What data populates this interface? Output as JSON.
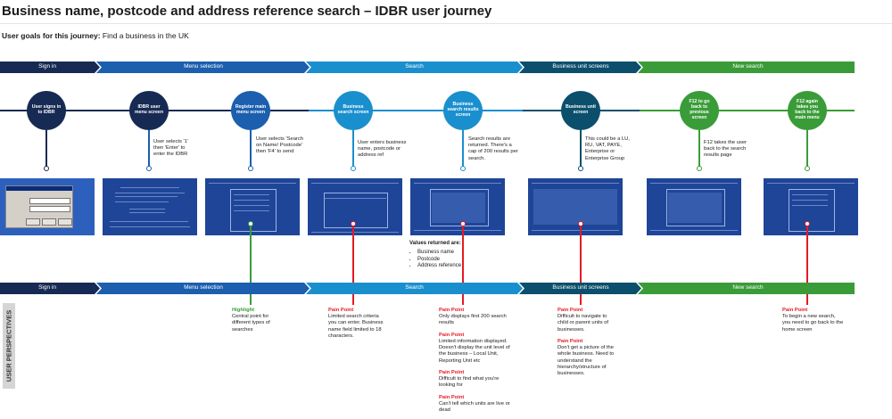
{
  "title": "Business name, postcode and address reference search – IDBR user journey",
  "goals": {
    "label": "User goals for this journey:",
    "value": "Find a business in the UK"
  },
  "colors": {
    "navy": "#172a54",
    "blue": "#1b5fae",
    "light_blue": "#1a8fce",
    "teal": "#0b4f6c",
    "green": "#3a9c38",
    "red": "#e41b23"
  },
  "phases": [
    "Sign in",
    "Menu selection",
    "Search",
    "Business unit screens",
    "New search"
  ],
  "steps": [
    {
      "circle": "User signs in to IDBR",
      "desc": ""
    },
    {
      "circle": "IDBR user menu screen",
      "desc": "User selects '1' then 'Enter' to enter the IDBR"
    },
    {
      "circle": "Register main menu screen",
      "desc": "User selects 'Search on Name/ Postcode' then 'F4' to send"
    },
    {
      "circle": "Business search screen",
      "desc": "User enters business name, postcode or address ref"
    },
    {
      "circle": "Business search results screen",
      "desc": "Search results are returned. There's a cap of 200 results per search."
    },
    {
      "circle": "Business unit screen",
      "desc": "This could be a LU, RU, VAT, PAYE, Enterprise or Enterprise Group"
    },
    {
      "circle": "F12 to go back to previous screen",
      "desc": "F12 takes the user back to the search results page"
    },
    {
      "circle": "F12 again takes you back to the main menu",
      "desc": ""
    }
  ],
  "values_returned": {
    "heading": "Values returned are:",
    "items": [
      "Business name",
      "Postcode",
      "Address reference"
    ]
  },
  "perspectives_label": "USER PERSPECTIVES",
  "perspectives": {
    "highlight": {
      "heading": "Highlight",
      "text": "Central point for different types of searches"
    },
    "search": {
      "heading": "Pain Point",
      "text": "Limited search criteria you can enter. Business name field limited to 18 characters."
    },
    "results": [
      {
        "heading": "Pain Point",
        "text": "Only displays first 200 search results"
      },
      {
        "heading": "Pain Point",
        "text": "Limited information displayed. Doesn't display the unit level of the business – Local Unit, Reporting Unit etc"
      },
      {
        "heading": "Pain Point",
        "text": "Difficult to find what you're looking for"
      },
      {
        "heading": "Pain Point",
        "text": "Can't tell which units are live or dead"
      }
    ],
    "unit": [
      {
        "heading": "Pain Point",
        "text": "Difficult to navigate to child or parent units of businesses."
      },
      {
        "heading": "Pain Point",
        "text": "Don't get a picture of the whole business. Need to understand the hierarchy/structure of businesses."
      }
    ],
    "newsearch": {
      "heading": "Pain Point",
      "text": "To begin a new search, you need to go back to the home screen"
    }
  }
}
